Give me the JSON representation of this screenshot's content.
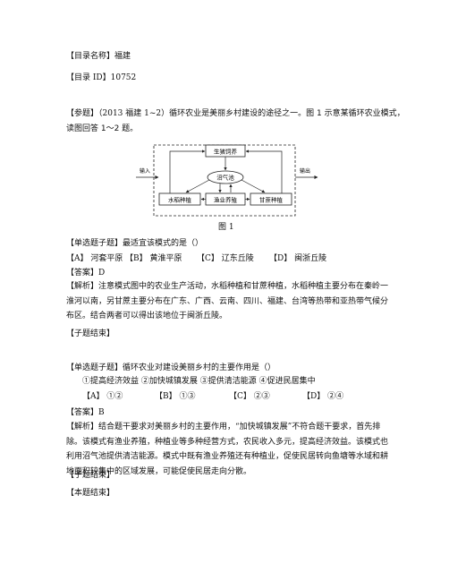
{
  "header": {
    "catalog_name": "【目录名称】福建",
    "catalog_id": "【目录 ID】10752"
  },
  "intro": {
    "source": "【参题】（2013 福建 1~2）",
    "text1": "循环农业是美丽乡村建设的途径之一。图 1 示意某循环农业模式，",
    "text2": "读图回答 1～2 题。"
  },
  "figure": {
    "nodes": {
      "livestock": "生猪饲养",
      "biogas": "沼气池",
      "rice": "水稻种植",
      "fishery": "渔业养殖",
      "sugarcane": "甘蔗种植"
    },
    "input_label": "输入",
    "output_label": "输出",
    "caption": "图 1"
  },
  "q1": {
    "stem": "【单选题子题】最适宜该模式的是（）",
    "options": [
      "【A】 河套平原",
      "【B】 黄淮平原",
      "【C】 辽东丘陵",
      "【D】 闽浙丘陵"
    ],
    "answer": "【答案】D",
    "analysis": "【解析】注意模式图中的农业生产活动，水稻种植和甘蔗种植，水稻种植主要分布在秦岭一淮河以南，另甘蔗主要分布在广东、广西、云南、四川、福建、台湾等热带和亚热带气候分布区。结合两者可以得出该地位于闽浙丘陵。",
    "end": "【子题结束】"
  },
  "q2": {
    "stem": "【单选题子题】循环农业对建设美丽乡村的主要作用是（）",
    "choices": "①提高经济效益 ②加快城镇发展 ③提供清洁能源 ④促进民居集中",
    "options": [
      "【A】 ①②",
      "【B】 ①③",
      "【C】 ②③",
      "【D】 ②④"
    ],
    "answer": "【答案】B",
    "analysis": "【解析】结合题干要求对美丽乡村的主要作用，“加快城镇发展”不符合题干要求，首先排除。该模式有渔业养殖，种植业等多种经营方式，农民收入多元，提高经济效益。该模式也利用沼气池提供清洁能源。模式中既有渔业养殖还有种植业，促使民居转向鱼塘等水域和耕地面积较集中的区域发展，可能促使民居走向分散。",
    "end": "【子题结束】"
  },
  "footer": {
    "end": "【本题结束】"
  }
}
